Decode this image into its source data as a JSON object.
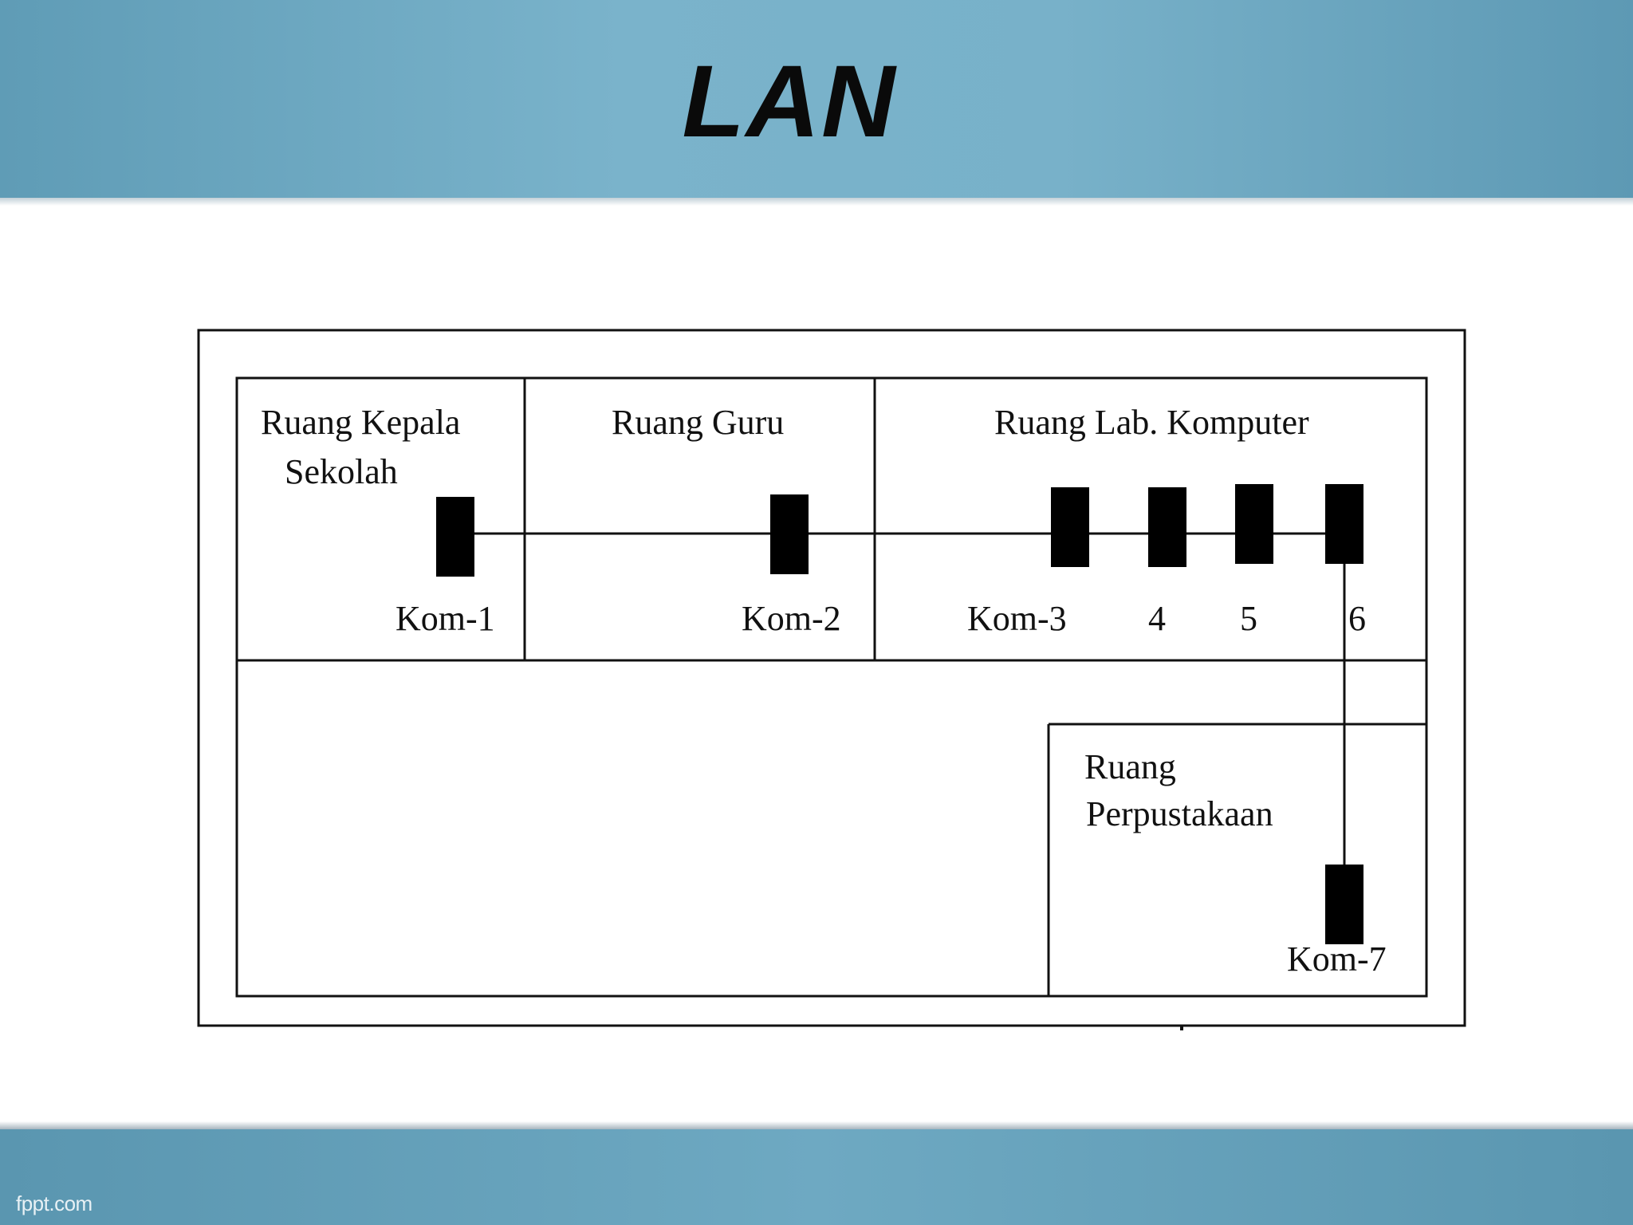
{
  "slide": {
    "title": "LAN",
    "brand": "fppt.com"
  },
  "rooms": {
    "kepala_line1": "Ruang Kepala",
    "kepala_line2": "Sekolah",
    "guru": "Ruang Guru",
    "lab": "Ruang Lab. Komputer",
    "perpus_line1": "Ruang",
    "perpus_line2": "Perpustakaan"
  },
  "computers": {
    "kom1": "Kom-1",
    "kom2": "Kom-2",
    "kom3": "Kom-3",
    "kom4": "4",
    "kom5": "5",
    "kom6": "6",
    "kom7": "Kom-7"
  },
  "colors": {
    "band": "#6ea9c2",
    "ink": "#111111"
  }
}
